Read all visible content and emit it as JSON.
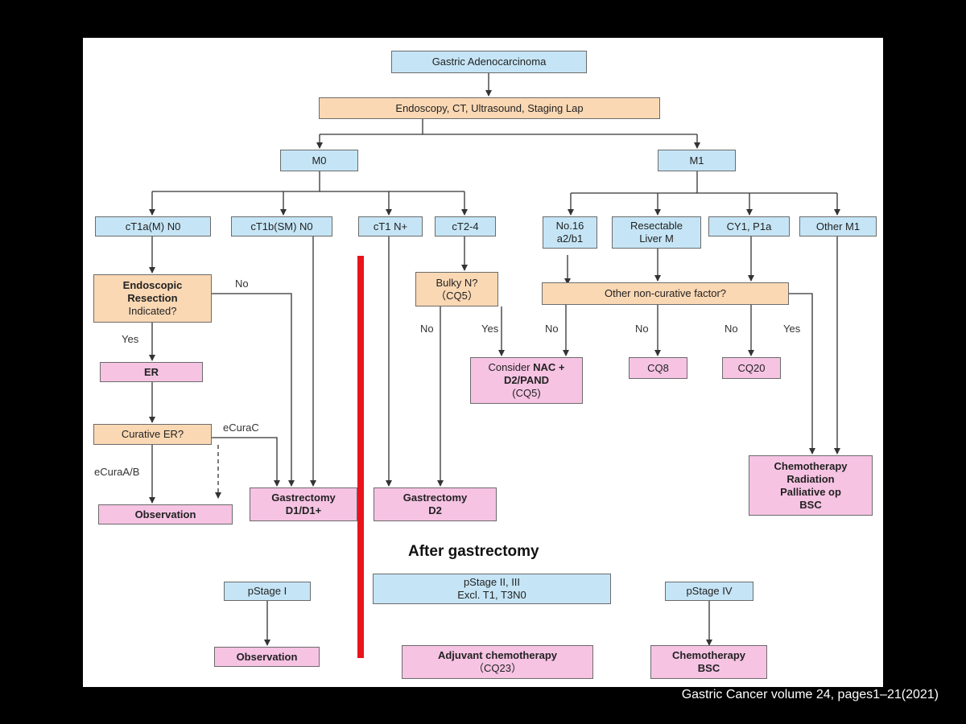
{
  "nodes": {
    "gastric": "Gastric Adenocarcinoma",
    "staging": "Endoscopy, CT, Ultrasound, Staging Lap",
    "m0": "M0",
    "m1": "M1",
    "ct1a": "cT1a(M) N0",
    "ct1b": "cT1b(SM) N0",
    "ct1n": "cT1 N+",
    "ct24": "cT2-4",
    "no16": [
      "No.16",
      "a2/b1"
    ],
    "liver": [
      "Resectable",
      "Liver M"
    ],
    "cy1": "CY1, P1a",
    "otherm1": "Other M1",
    "endo": [
      "Endoscopic",
      "Resection",
      "Indicated?"
    ],
    "bulky": [
      "Bulky N?",
      "（CQ5）"
    ],
    "noncur": "Other non-curative factor?",
    "er": "ER",
    "nac": {
      "pre": "Consider ",
      "bold": "NAC +",
      "line2": "D2/PAND",
      "line3": "(CQ5)"
    },
    "cq8": "CQ8",
    "cq20": "CQ20",
    "curative": "Curative ER?",
    "chemo_pall": [
      "Chemotherapy",
      "Radiation",
      "Palliative op",
      "BSC"
    ],
    "obs1": "Observation",
    "gd1": [
      "Gastrectomy",
      "D1/D1+"
    ],
    "gd2": [
      "Gastrectomy",
      "D2"
    ],
    "pstage1": "pStage I",
    "pstage23": [
      "pStage II, III",
      "Excl. T1, T3N0"
    ],
    "pstage4": "pStage IV",
    "obs2": "Observation",
    "adj": [
      "Adjuvant chemotherapy",
      "（CQ23）"
    ],
    "chemo_bsc": [
      "Chemotherapy",
      "BSC"
    ]
  },
  "edge_labels": {
    "no_endo": "No",
    "yes_endo": "Yes",
    "no_bulky": "No",
    "yes_bulky": "Yes",
    "no_no16": "No",
    "no_liver": "No",
    "no_cy1": "No",
    "yes_noncur": "Yes",
    "ecurac": "eCuraC",
    "ecuraab": "eCuraA/B"
  },
  "heading": "After gastrectomy",
  "source": "Gastric Cancer volume 24, pages1–21(2021)",
  "colors": {
    "blue": "#c5e5f6",
    "orange": "#fad8b4",
    "pink": "#f6c3e3",
    "divider": "#e8141c"
  }
}
